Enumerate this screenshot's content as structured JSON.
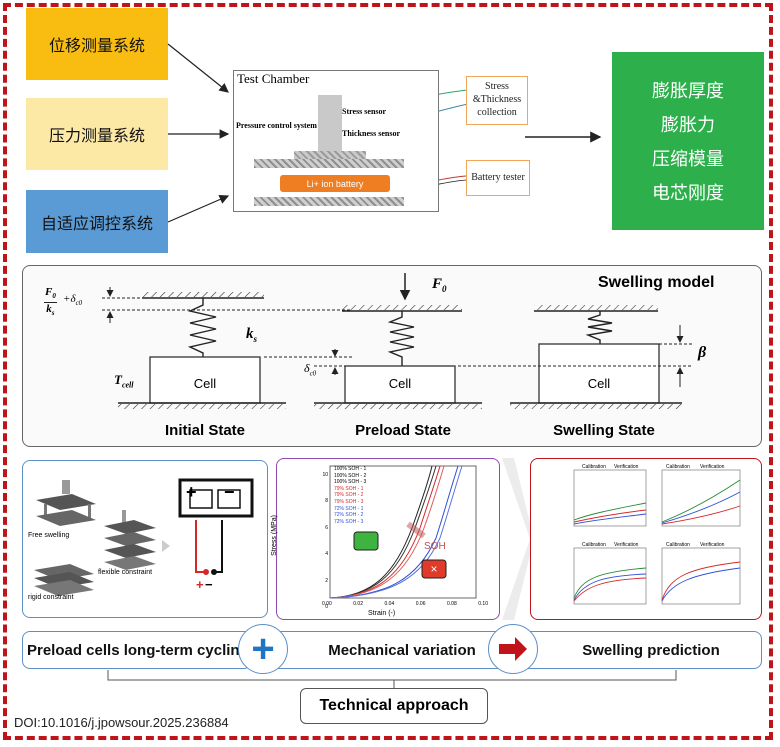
{
  "systems": [
    "位移测量系统",
    "压力测量系统",
    "自适应调控系统"
  ],
  "colors": {
    "system1": "#f9bd12",
    "system2": "#fde9a6",
    "system3": "#5b9bd5",
    "result": "#2db04b",
    "border": "#c0141b",
    "battery": "#ef7d22"
  },
  "chamber": {
    "title": "Test Chamber",
    "pressure_label": "Pressure control system",
    "stress_sensor": "Stress sensor",
    "thickness_sensor": "Thickness sensor",
    "battery": "Li+ ion battery"
  },
  "collection_box": {
    "line1": "Stress",
    "line2": "&Thickness",
    "line3": "collection"
  },
  "battery_tester": "Battery tester",
  "results": [
    "膨胀厚度",
    "膨胀力",
    "压缩模量",
    "电芯刚度"
  ],
  "swelling_model": {
    "title": "Swelling model",
    "states": [
      "Initial State",
      "Preload State",
      "Swelling State"
    ],
    "cell_label": "Cell",
    "ks": "k",
    "ks_sub": "s",
    "f0": "F",
    "f0_sub": "0",
    "tcell": "T",
    "tcell_sub": "cell",
    "beta": "β",
    "delta": "δ",
    "delta_sub": "c0",
    "frac_num": "F",
    "frac_num_sub": "0",
    "frac_den": "k",
    "frac_den_sub": "s",
    "plus": "+"
  },
  "fixtures": {
    "free": "Free swelling",
    "flexible": "flexible constraint",
    "rigid": "rigid constraint",
    "plus": "+",
    "minus": "−"
  },
  "stress_chart": {
    "ylabel": "Stress (MPa)",
    "xlabel": "Strain (-)",
    "soh": "SOH",
    "legend": [
      "100% SOH - 1",
      "100% SOH - 2",
      "100% SOH - 3",
      "79% SOH - 1",
      "79% SOH - 2",
      "79% SOH - 3",
      "72% SOH - 1",
      "72% SOH - 2",
      "72% SOH - 3"
    ],
    "yticks": [
      "10",
      "8",
      "6",
      "4",
      "2",
      "0"
    ],
    "xticks": [
      "0.00",
      "0.02",
      "0.04",
      "0.06",
      "0.08",
      "0.10"
    ]
  },
  "mini_panels": {
    "tag_left": "Calibration",
    "tag_right": "Verification"
  },
  "bars": {
    "preload": "Preload cells long-term cycling",
    "mechanical": "Mechanical variation",
    "prediction": "Swelling prediction",
    "plus": "+"
  },
  "technical_approach": "Technical approach",
  "doi": "DOI:10.1016/j.jpowsour.2025.236884"
}
